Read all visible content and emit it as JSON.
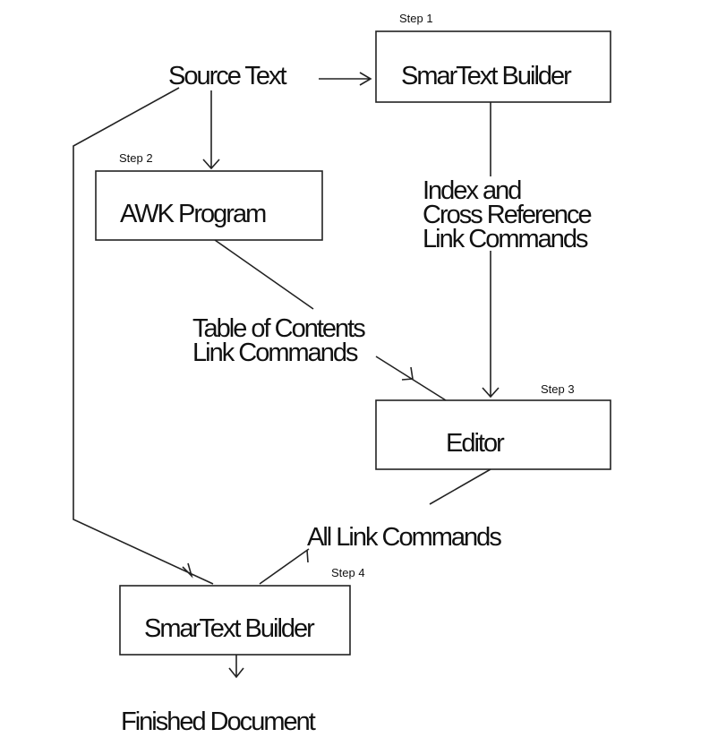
{
  "nodes": {
    "source_text": "Source Text",
    "builder_1": "SmarText Builder",
    "awk_program": "AWK Program",
    "editor": "Editor",
    "builder_2": "SmarText Builder",
    "finished_document": "Finished Document"
  },
  "steps": {
    "step_1": "Step 1",
    "step_2": "Step 2",
    "step_3": "Step 3",
    "step_4": "Step 4"
  },
  "edge_labels": {
    "index_cross_ref": [
      "Index and",
      "Cross Reference",
      "Link Commands"
    ],
    "table_of_contents": [
      "Table of Contents",
      "Link Commands"
    ],
    "all_link_commands": "All Link Commands"
  }
}
